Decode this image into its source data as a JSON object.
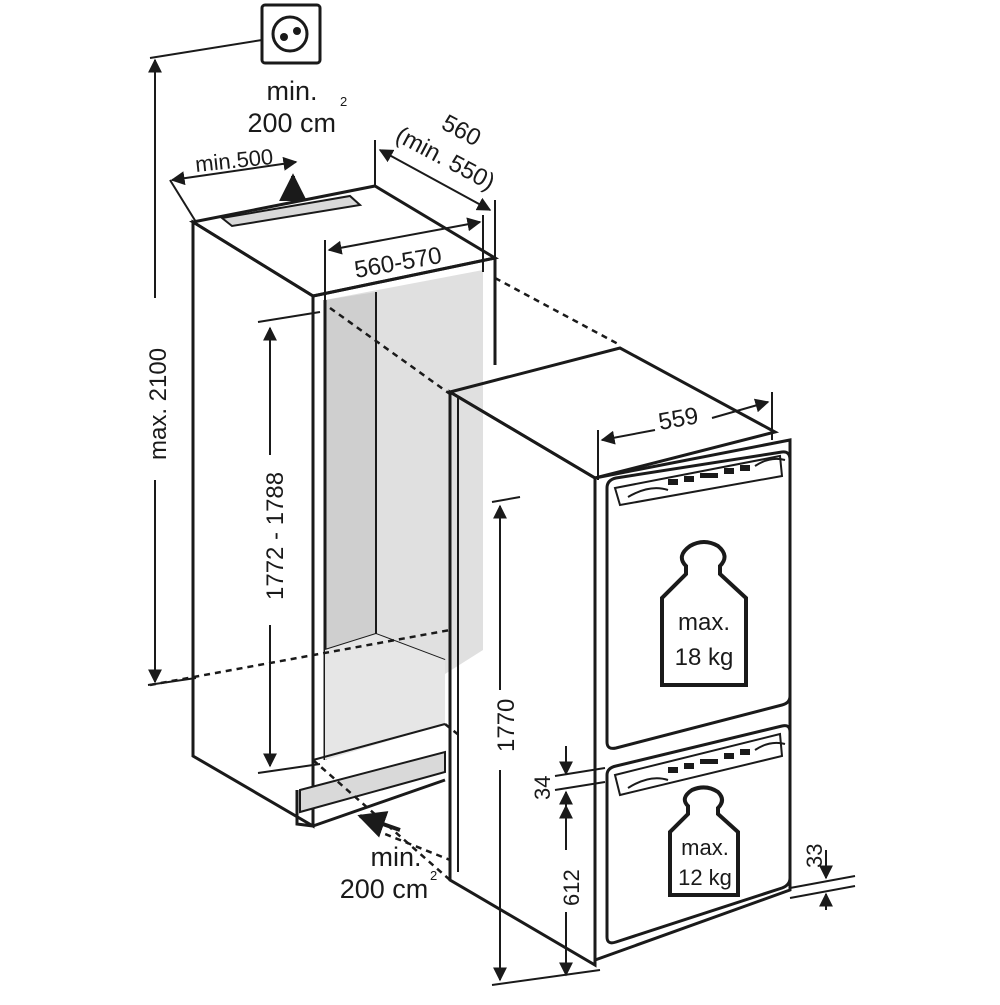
{
  "vent_top": {
    "line1": "min.",
    "line2": "200 cm",
    "sup": "2"
  },
  "vent_bottom": {
    "line1": "min.",
    "line2": "200 cm",
    "sup": "2"
  },
  "dims": {
    "max_height": "max. 2100",
    "niche_height": "1772 - 1788",
    "niche_width": "560-570",
    "depth_line1": "560",
    "depth_line2": "(min. 550)",
    "top_clearance": "min.500",
    "appliance_width": "559",
    "appliance_height": "1770",
    "gap_34": "34",
    "lower_612": "612",
    "gap_33": "33"
  },
  "weights": {
    "upper": {
      "line1": "max.",
      "line2": "18 kg"
    },
    "lower": {
      "line1": "max.",
      "line2": "12 kg"
    }
  },
  "icons": [
    "socket-icon",
    "weight-icon",
    "arrow-icon"
  ]
}
